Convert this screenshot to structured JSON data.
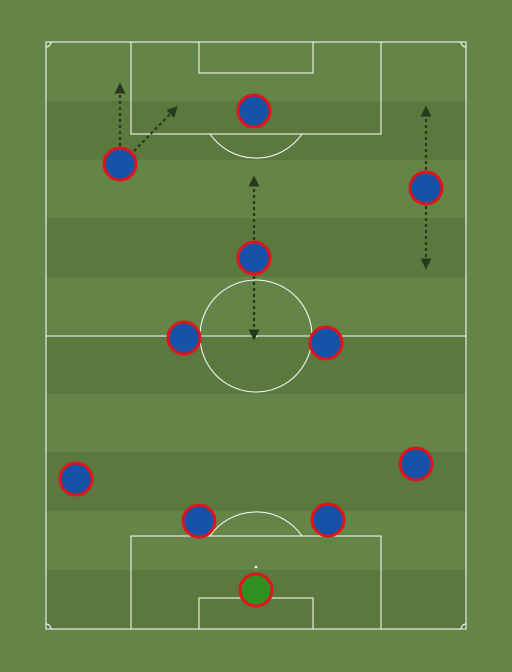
{
  "colors": {
    "grass": "#658447",
    "stripe_dark": "#5b793f",
    "lines": "#ffffff",
    "outfield_fill": "#1552a8",
    "goalkeeper_fill": "#2f8f1f",
    "marker_border": "#e0141a",
    "arrow": "#27381d"
  },
  "icons": {
    "player": "circle-player-marker",
    "goalkeeper": "circle-goalkeeper-marker",
    "run": "dashed-arrow"
  },
  "formation": {
    "goalkeeper": {
      "role": "goalkeeper"
    },
    "players": [
      {
        "id": "p-top-striker"
      },
      {
        "id": "p-left-forward"
      },
      {
        "id": "p-right-forward"
      },
      {
        "id": "p-attacking-mid"
      },
      {
        "id": "p-left-center-mid"
      },
      {
        "id": "p-right-center-mid"
      },
      {
        "id": "p-left-back"
      },
      {
        "id": "p-right-back"
      },
      {
        "id": "p-left-center-back"
      },
      {
        "id": "p-right-center-back"
      }
    ],
    "runs": [
      {
        "from": "p-left-forward",
        "direction": "forward"
      },
      {
        "from": "p-left-forward",
        "direction": "diagonal-inside"
      },
      {
        "from": "p-attacking-mid",
        "direction": "forward"
      },
      {
        "from": "p-attacking-mid",
        "direction": "backward"
      },
      {
        "from": "p-right-forward",
        "direction": "forward"
      },
      {
        "from": "p-right-forward",
        "direction": "backward"
      }
    ]
  }
}
